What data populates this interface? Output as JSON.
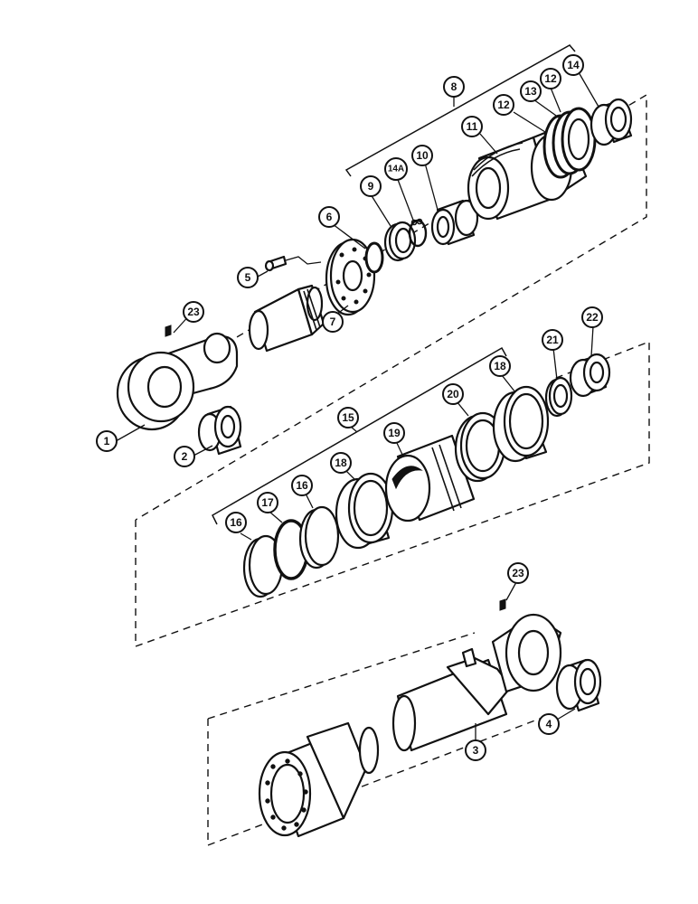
{
  "callouts": [
    {
      "id": "c1",
      "label": "1"
    },
    {
      "id": "c2",
      "label": "2"
    },
    {
      "id": "c3",
      "label": "3"
    },
    {
      "id": "c4",
      "label": "4"
    },
    {
      "id": "c5",
      "label": "5"
    },
    {
      "id": "c6",
      "label": "6"
    },
    {
      "id": "c7",
      "label": "7"
    },
    {
      "id": "c8",
      "label": "8"
    },
    {
      "id": "c9",
      "label": "9"
    },
    {
      "id": "c10",
      "label": "10"
    },
    {
      "id": "c11",
      "label": "11"
    },
    {
      "id": "c12a",
      "label": "12"
    },
    {
      "id": "c12b",
      "label": "12"
    },
    {
      "id": "c13",
      "label": "13"
    },
    {
      "id": "c14",
      "label": "14"
    },
    {
      "id": "c14a",
      "label": "14A"
    },
    {
      "id": "c15",
      "label": "15"
    },
    {
      "id": "c16a",
      "label": "16"
    },
    {
      "id": "c16b",
      "label": "16"
    },
    {
      "id": "c17",
      "label": "17"
    },
    {
      "id": "c18a",
      "label": "18"
    },
    {
      "id": "c18b",
      "label": "18"
    },
    {
      "id": "c19",
      "label": "19"
    },
    {
      "id": "c20",
      "label": "20"
    },
    {
      "id": "c21",
      "label": "21"
    },
    {
      "id": "c22",
      "label": "22"
    },
    {
      "id": "c23a",
      "label": "23"
    },
    {
      "id": "c23b",
      "label": "23"
    }
  ]
}
